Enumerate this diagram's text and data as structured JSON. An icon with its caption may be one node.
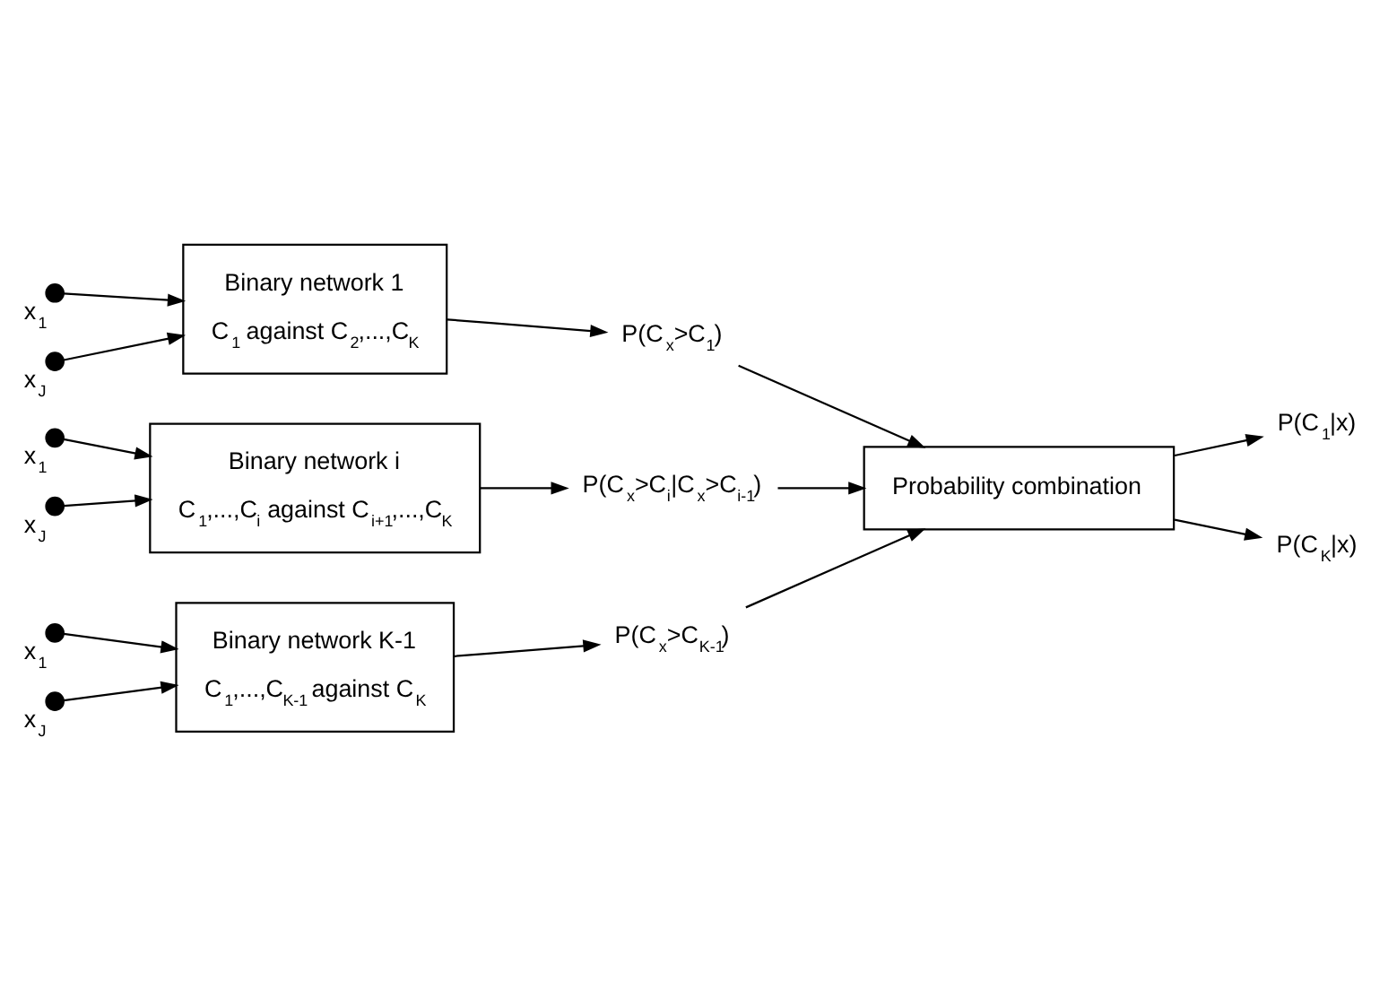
{
  "diagram": {
    "nodes": [
      {
        "text": [],
        "shape": "circle",
        "beside": [
          "x$_{1}$"
        ]
      },
      {
        "text": [],
        "shape": "circle",
        "beside": [
          "x$_{J}$"
        ]
      },
      {
        "text": [
          "Binary network 1",
          "C$_{1}$ against C$_{2}$,...,C$_{K}$"
        ]
      },
      {
        "text": [
          "P(C$_{x}$>C$_{1}$)"
        ]
      },
      {
        "text": [],
        "shape": "circle",
        "beside": [
          "x$_{1}$"
        ]
      },
      {
        "text": [],
        "shape": "circle",
        "beside": [
          "x$_{J}$"
        ]
      },
      {
        "text": [
          "Binary network i",
          "C$_{1}$,...,C$_{i}$ against C$_{i+1}$,...,C$_{K}$"
        ]
      },
      {
        "text": [
          "P(C$_{x}$>C$_{i}$|C$_{x}$>C$_{i-1}$)"
        ]
      },
      {
        "text": [
          "Probability combination"
        ]
      },
      {
        "text": [
          "P(C$_{1}$|x)"
        ]
      },
      {
        "text": [
          "P(C$_{K}$|x)"
        ]
      },
      {
        "text": [],
        "shape": "circle",
        "beside": [
          "x$_{1}$"
        ]
      },
      {
        "text": [],
        "shape": "circle",
        "beside": [
          "x$_{J}$"
        ]
      },
      {
        "text": [
          "Binary network K-1",
          "C$_{1}$,...,C$_{K-1}$ against C$_{K}$"
        ]
      },
      {
        "text": [
          "P(C$_{x}$>C$_{K-1}$)"
        ]
      }
    ],
    "edges": [
      {
        "from": 0,
        "to": 2,
        "arrow": "to"
      },
      {
        "from": 1,
        "to": 2,
        "arrow": "to"
      },
      {
        "from": 2,
        "to": 3,
        "arrow": "to"
      },
      {
        "from": 3,
        "to": 8,
        "arrow": "to"
      },
      {
        "from": 4,
        "to": 6,
        "arrow": "to"
      },
      {
        "from": 5,
        "to": 6,
        "arrow": "to"
      },
      {
        "from": 6,
        "to": 7,
        "arrow": "to"
      },
      {
        "from": 7,
        "to": 8,
        "arrow": "to"
      },
      {
        "from": 11,
        "to": 13,
        "arrow": "to"
      },
      {
        "from": 12,
        "to": 13,
        "arrow": "to"
      },
      {
        "from": 13,
        "to": 14,
        "arrow": "to"
      },
      {
        "from": 14,
        "to": 8,
        "arrow": "to"
      },
      {
        "from": 8,
        "to": 9,
        "arrow": "to"
      },
      {
        "from": 8,
        "to": 10,
        "arrow": "to"
      }
    ]
  }
}
